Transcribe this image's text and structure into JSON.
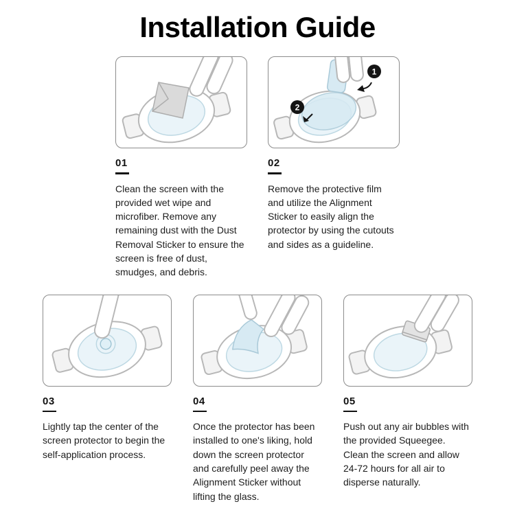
{
  "title": "Installation Guide",
  "steps": [
    {
      "number": "01",
      "text": "Clean the screen with the provided wet wipe and microfiber. Remove any remaining dust with the Dust Removal Sticker to ensure the screen is free of dust, smudges, and debris."
    },
    {
      "number": "02",
      "text": "Remove the protective film and utilize the Alignment Sticker to easily align the protector by using the cutouts and sides as a guideline."
    },
    {
      "number": "03",
      "text": "Lightly tap the center of the screen protector to begin the self-application process."
    },
    {
      "number": "04",
      "text": "Once the protector has been installed to one's liking, hold down the screen protector and carefully peel away the Alignment Sticker without lifting the glass."
    },
    {
      "number": "05",
      "text": "Push out any air bubbles with the provided Squeegee. Clean the screen and allow 24-72 hours for all air to disperse naturally."
    }
  ],
  "badges": {
    "one": "1",
    "two": "2"
  },
  "icons": {
    "step1": [
      "watch-icon",
      "wipe-cloth-icon",
      "hand-icon"
    ],
    "step2": [
      "watch-icon",
      "protective-film-icon",
      "hand-icon",
      "badge-1",
      "badge-2",
      "curved-arrow-icon",
      "diagonal-arrow-icon"
    ],
    "step3": [
      "watch-icon",
      "finger-icon",
      "tap-ripple-icon"
    ],
    "step4": [
      "watch-icon",
      "peel-film-icon",
      "hand-icon"
    ],
    "step5": [
      "watch-icon",
      "squeegee-icon",
      "hand-icon"
    ]
  },
  "colors": {
    "film_accent": "#d7eaf3",
    "outline_gray": "#b7b7b7",
    "text": "#1d1d1d",
    "badge_black": "#141414"
  }
}
